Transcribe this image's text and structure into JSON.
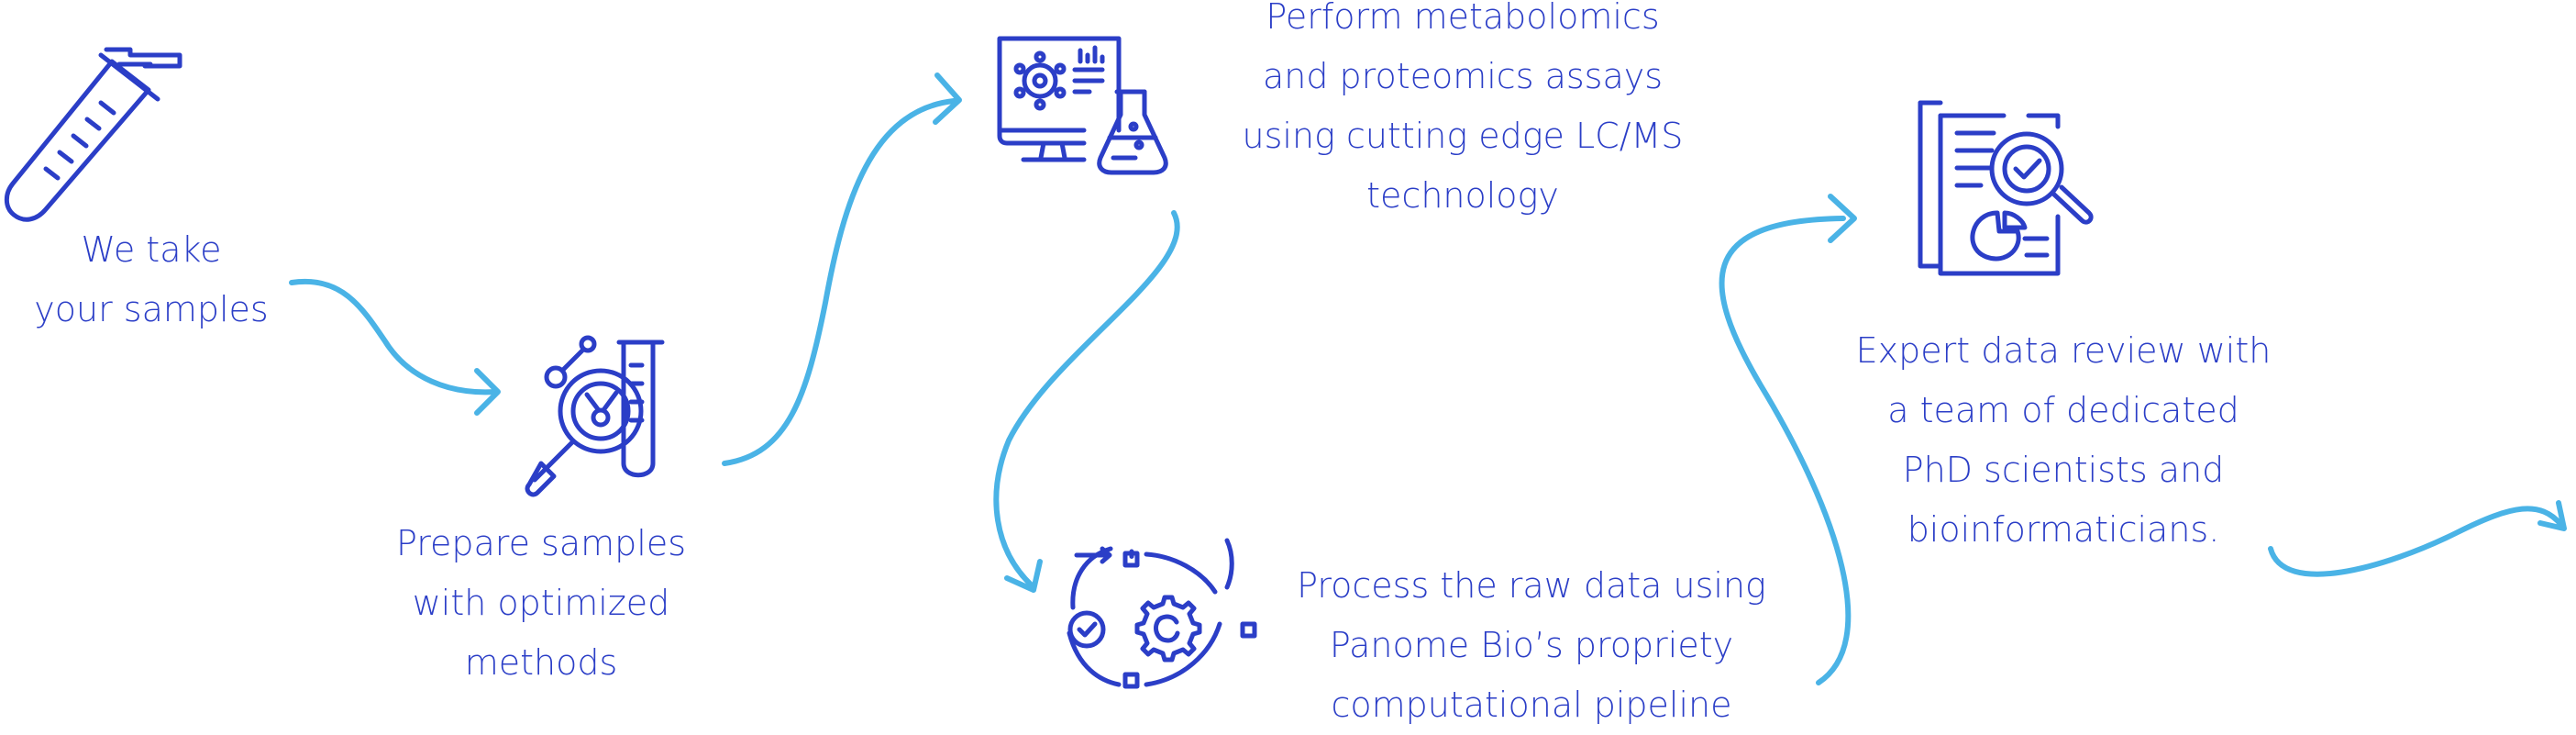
{
  "colors": {
    "icon": "#2b3ec7",
    "text": "#2b3ec7",
    "arrow": "#4ab3e6",
    "background": "#ffffff"
  },
  "steps": [
    {
      "icon": "sample-tube-icon",
      "lines": [
        "We take",
        "your samples"
      ]
    },
    {
      "icon": "magnifier-test-tube-icon",
      "lines": [
        "Prepare samples",
        "with optimized",
        "methods"
      ]
    },
    {
      "icon": "monitor-flask-icon",
      "lines": [
        "Perform metabolomics",
        "and proteomics assays",
        "using cutting edge LC/MS",
        "technology"
      ]
    },
    {
      "icon": "gear-cycle-icon",
      "lines": [
        "Process the raw data using",
        "Panome Bio’s propriety",
        "computational pipeline"
      ]
    },
    {
      "icon": "document-review-icon",
      "lines": [
        "Expert data review with",
        "a team of dedicated",
        "PhD scientists and",
        "bioinformaticians."
      ]
    }
  ]
}
